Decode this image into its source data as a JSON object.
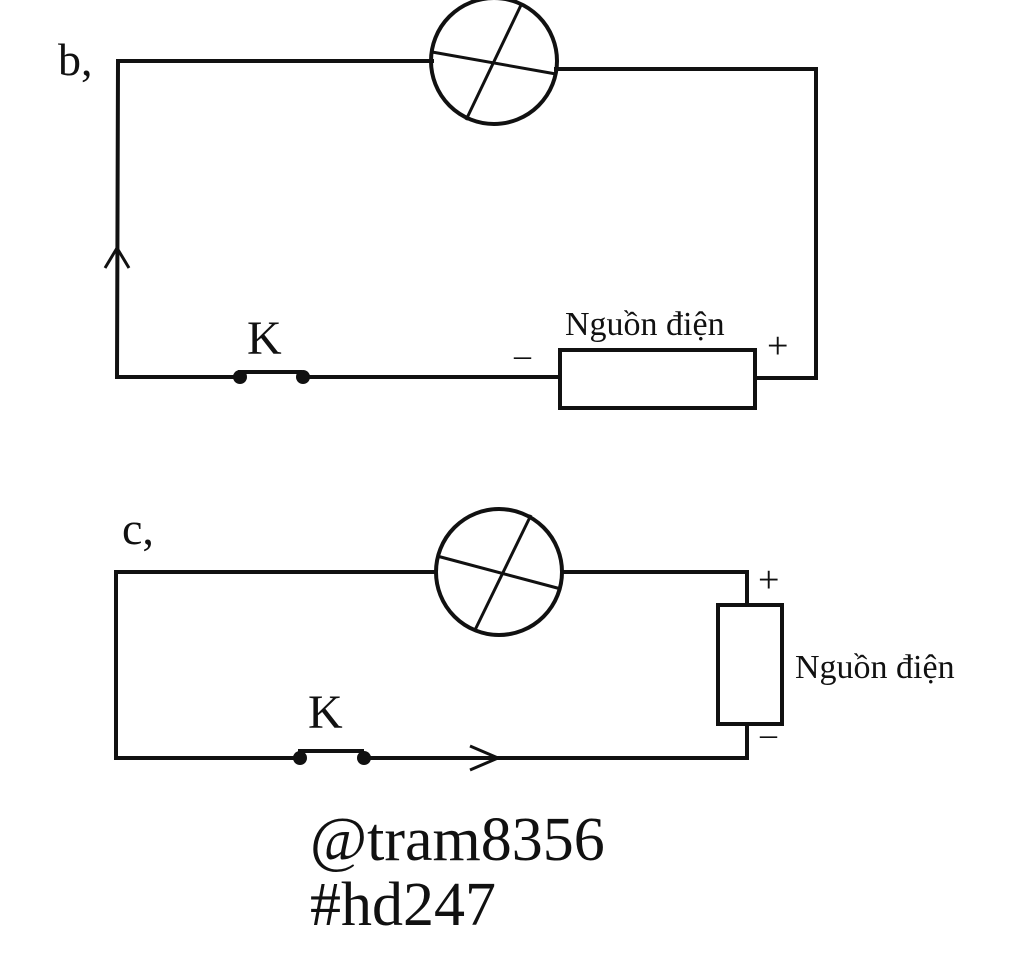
{
  "diagram_b": {
    "label": "b,",
    "switch_label": "K",
    "source_label": "Nguồn điện",
    "minus_sign": "–",
    "plus_sign": "+"
  },
  "diagram_c": {
    "label": "c,",
    "switch_label": "K",
    "source_label": "Nguồn điện",
    "plus_sign": "+",
    "minus_sign": "–"
  },
  "watermark": {
    "user": "@tram8356",
    "tag": "#hd247"
  },
  "colors": {
    "ink": "#111111",
    "background": "#ffffff"
  },
  "icons": [
    "lamp-icon",
    "switch-icon",
    "battery-icon",
    "current-arrow-icon"
  ]
}
